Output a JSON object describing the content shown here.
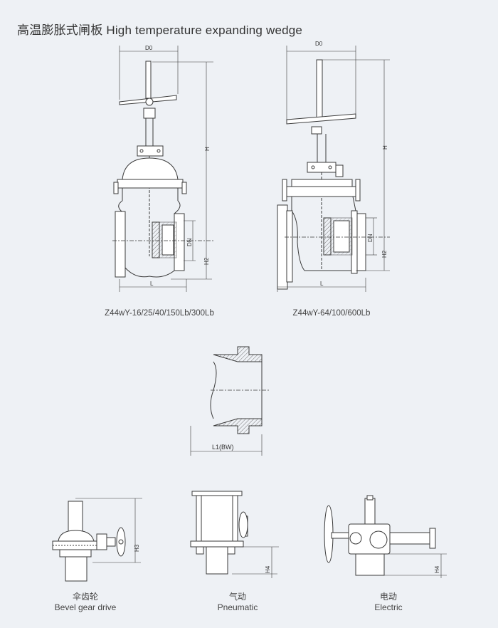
{
  "title": {
    "cn": "高温膨胀式闸板",
    "en": "High temperature expanding wedge"
  },
  "views": [
    {
      "caption": "Z44wY-16/25/40/150Lb/300Lb",
      "dims": {
        "top": "D0",
        "height": "H",
        "bore": "DN",
        "h2": "H2",
        "length": "L"
      }
    },
    {
      "caption": "Z44wY-64/100/600Lb",
      "dims": {
        "top": "D0",
        "height": "H",
        "bore": "DN",
        "h2": "H2",
        "length": "L"
      }
    }
  ],
  "weld_end": {
    "length_label": "L1(BW)"
  },
  "actuators": [
    {
      "cn": "伞齿轮",
      "en": "Bevel gear drive",
      "dim": "H3"
    },
    {
      "cn": "气动",
      "en": "Pneumatic",
      "dim": "H4"
    },
    {
      "cn": "电动",
      "en": "Electric",
      "dim": "H4"
    }
  ],
  "colors": {
    "background": "#eef1f5",
    "line": "#3a3a3a",
    "hatch": "#555555"
  }
}
